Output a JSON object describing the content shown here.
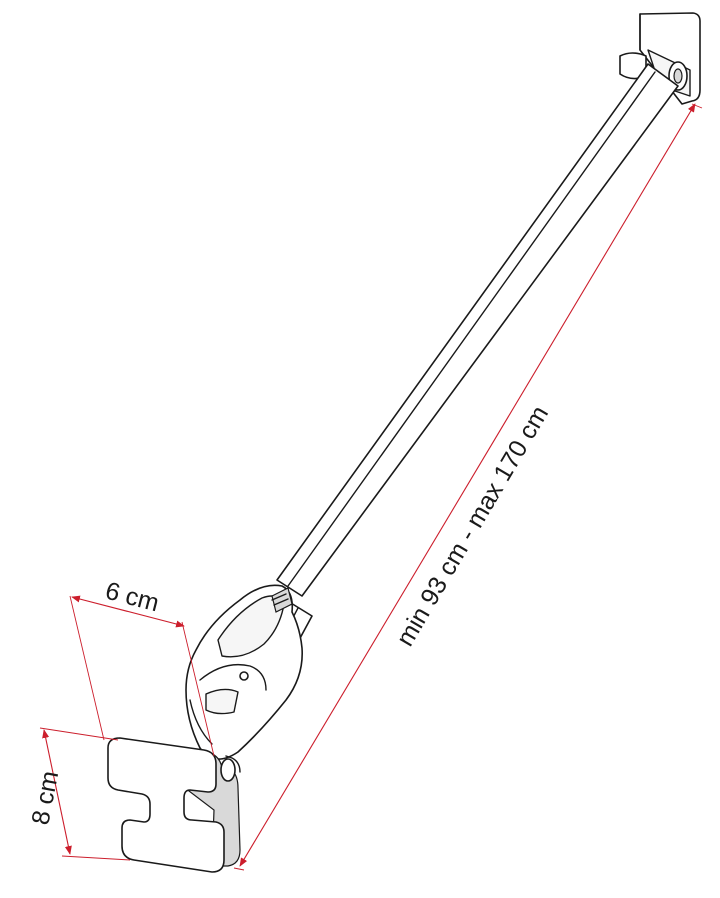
{
  "dimensions": {
    "length_label": "min 93 cm - max 170 cm",
    "width_label": "6 cm",
    "height_label": "8 cm"
  },
  "colors": {
    "dimension_lines": "#cc1e2c",
    "outline": "#1a1a1a",
    "background": "#ffffff"
  }
}
